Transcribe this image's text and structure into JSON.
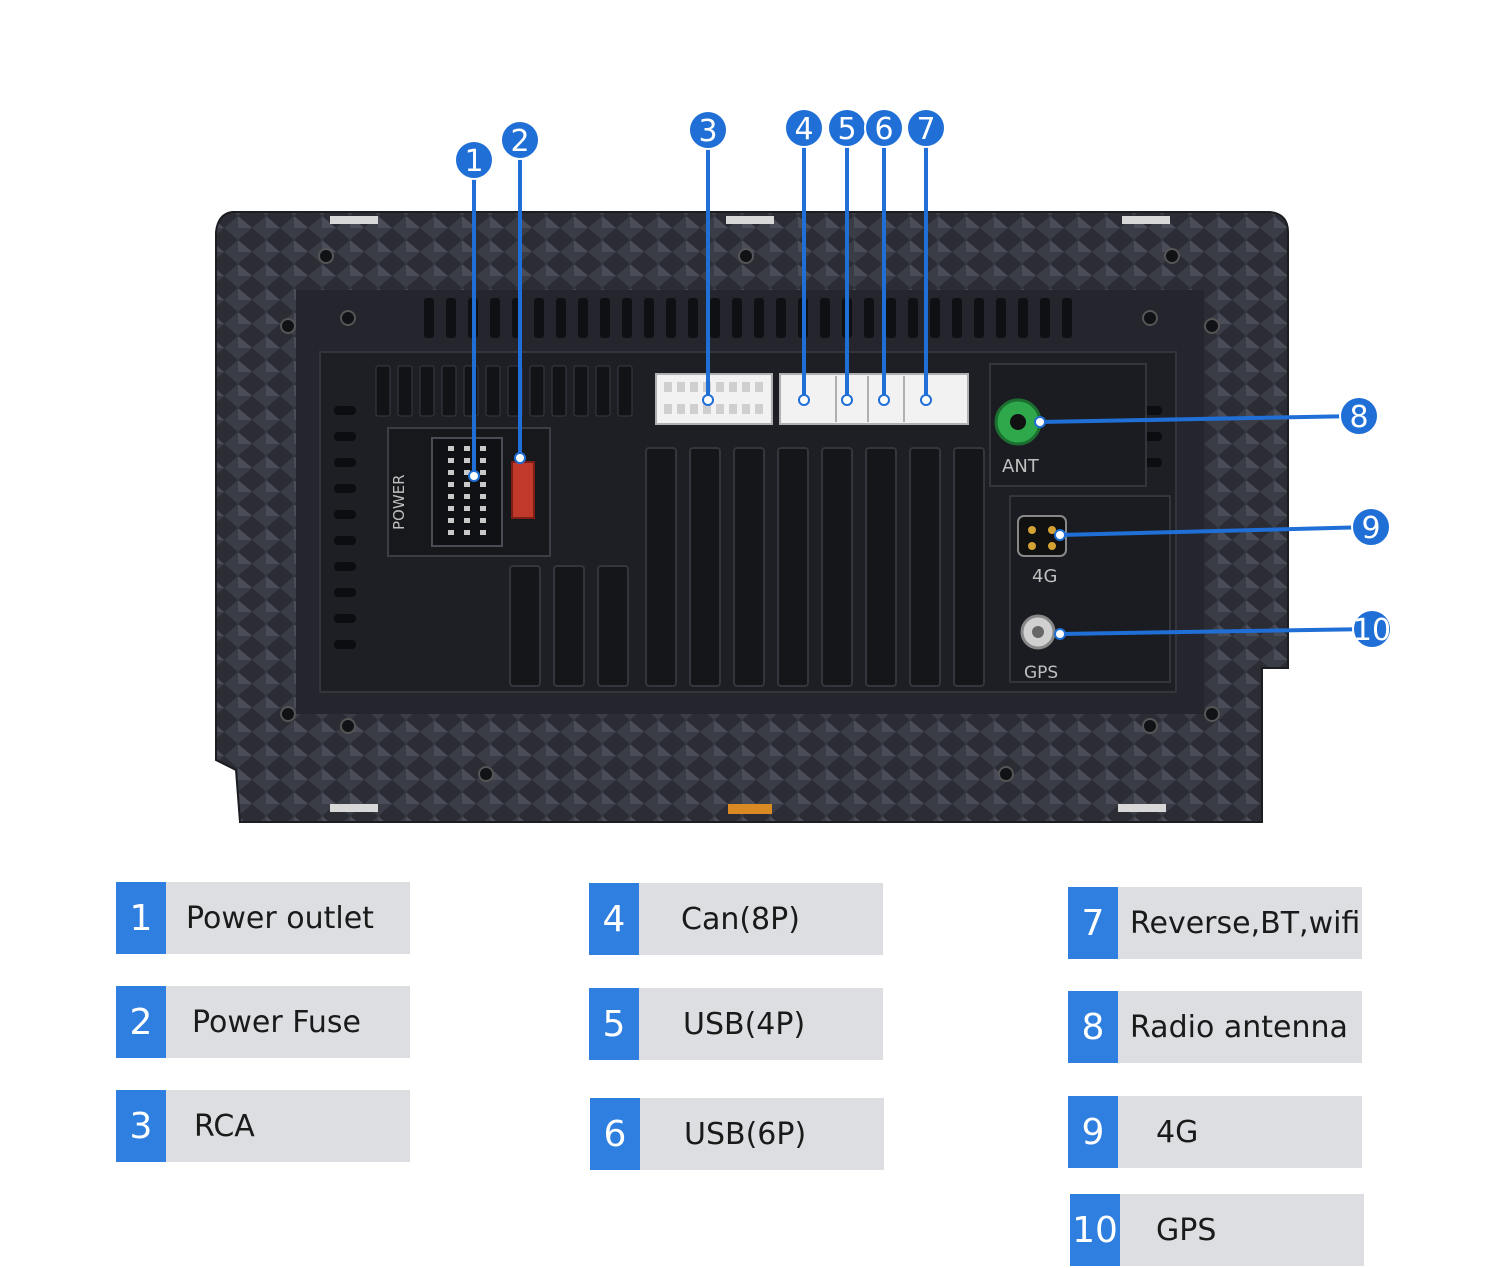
{
  "callouts": [
    "1",
    "2",
    "3",
    "4",
    "5",
    "6",
    "7",
    "8",
    "9",
    "10"
  ],
  "panel_labels": {
    "ant": "ANT",
    "fourg": "4G",
    "gps": "GPS",
    "power": "POWER"
  },
  "legend": [
    {
      "num": "1",
      "label": "Power outlet"
    },
    {
      "num": "2",
      "label": "Power Fuse"
    },
    {
      "num": "3",
      "label": "RCA"
    },
    {
      "num": "4",
      "label": "Can(8P)"
    },
    {
      "num": "5",
      "label": "USB(4P)"
    },
    {
      "num": "6",
      "label": "USB(6P)"
    },
    {
      "num": "7",
      "label": "Reverse,BT,wifi"
    },
    {
      "num": "8",
      "label": "Radio antenna"
    },
    {
      "num": "9",
      "label": "4G"
    },
    {
      "num": "10",
      "label": "GPS"
    }
  ],
  "colors": {
    "callout_blue": "#1f6fd6",
    "legend_blue": "#2f7fe0",
    "legend_gray": "#dcdee2",
    "housing": "#2a2b33",
    "antenna_green": "#2ea84a",
    "fuse_red": "#c0392b"
  }
}
